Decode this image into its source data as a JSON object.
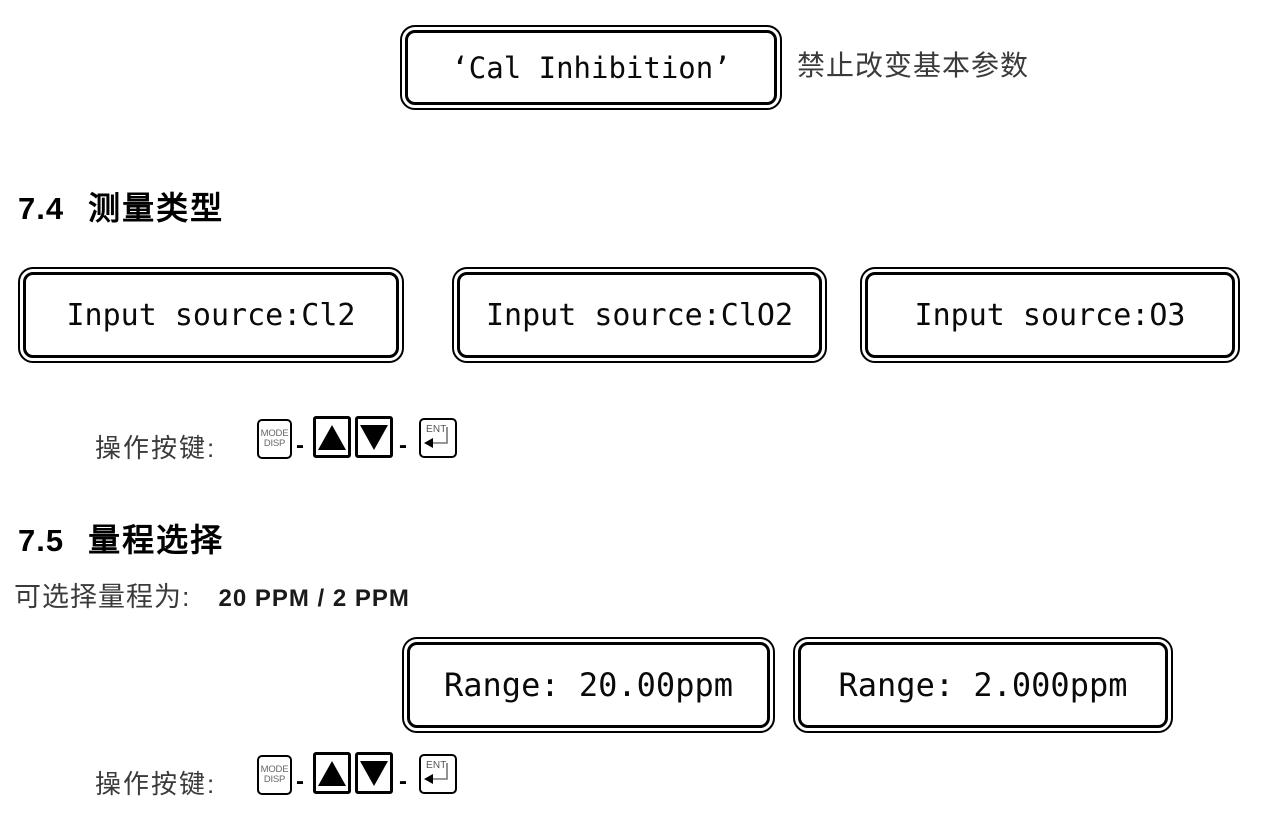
{
  "colors": {
    "ink": "#000000",
    "body_text": "#3b3b3b",
    "key_text": "#666666"
  },
  "cal_display": {
    "text": "‘Cal Inhibition’"
  },
  "cal_note": "禁止改变基本参数",
  "sections": {
    "s74": {
      "number": "7.4",
      "title": "测量类型"
    },
    "s75": {
      "number": "7.5",
      "title": "量程选择"
    }
  },
  "input_displays": [
    {
      "text": "Input source:Cl2"
    },
    {
      "text": "Input source:ClO2"
    },
    {
      "text": "Input source:O3"
    }
  ],
  "range_options": {
    "label": "可选择量程为:",
    "value": "20 PPM / 2 PPM"
  },
  "range_displays": [
    {
      "text": "Range: 20.00ppm"
    },
    {
      "text": "Range: 2.000ppm"
    }
  ],
  "keys_legend": {
    "label": "操作按键:",
    "mode_key": {
      "line1": "MODE",
      "line2": "DISP"
    },
    "up_key": "up-arrow",
    "down_key": "down-arrow",
    "ent_key": {
      "label": "ENT"
    },
    "separator": "-"
  }
}
